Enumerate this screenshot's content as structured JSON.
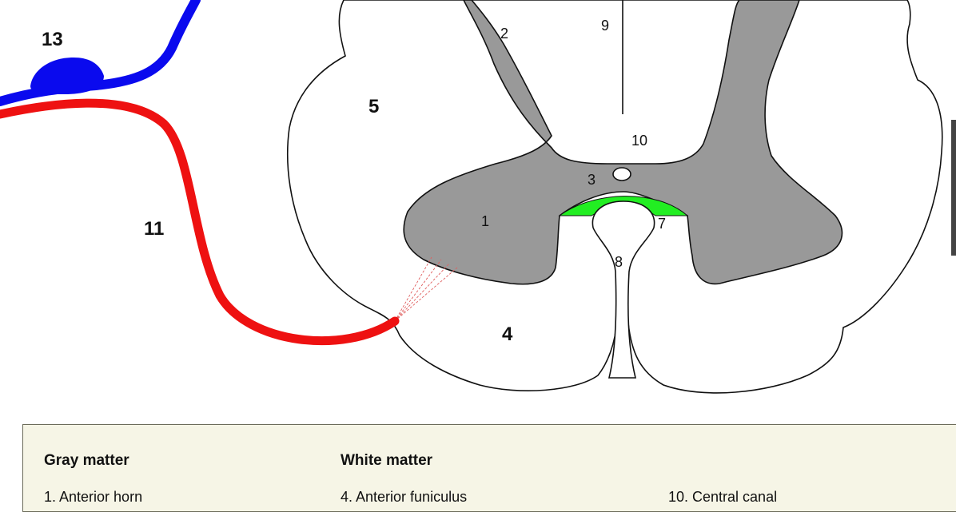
{
  "diagram": {
    "labels": {
      "n1": "1",
      "n2": "2",
      "n3": "3",
      "n4": "4",
      "n5": "5",
      "n7": "7",
      "n8": "8",
      "n9": "9",
      "n10": "10",
      "n11": "11",
      "n13": "13"
    },
    "colors": {
      "gray_matter": "#999999",
      "highlight": "#22ee22",
      "motor_root": "#ee1111",
      "sensory_root": "#0a0aee",
      "outline": "#111111"
    }
  },
  "legend": {
    "gray_heading": "Gray matter",
    "gray_items": [
      "1. Anterior horn"
    ],
    "white_heading": "White matter",
    "white_items": [
      "4. Anterior funiculus"
    ],
    "other_items": [
      "10. Central canal"
    ]
  }
}
